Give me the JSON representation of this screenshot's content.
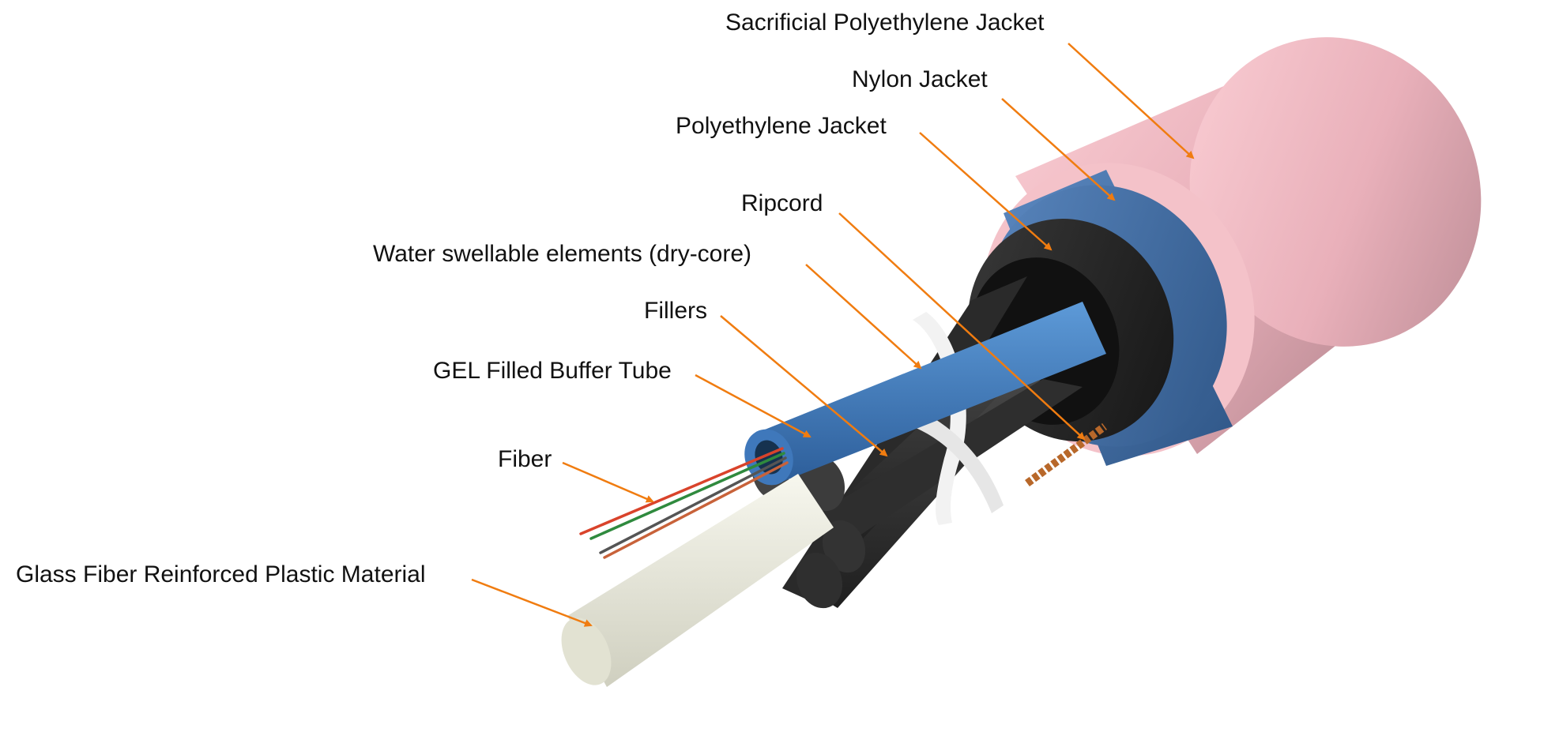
{
  "colors": {
    "leader": "#f07c10",
    "sacrificial_jacket": "#f2bcc4",
    "nylon_jacket": "#4a77ad",
    "polyethylene_jacket": "#2b2b2b",
    "buffer_tube": "#3e7cc4",
    "filler": "#3a3a3a",
    "strength_member": "#ebebdc",
    "water_swellable": "#f2f2f2",
    "ripcord": "#b8682a"
  },
  "labels": {
    "sacrificial": "Sacrificial Polyethylene Jacket",
    "nylon": "Nylon Jacket",
    "polyethylene": "Polyethylene Jacket",
    "ripcord": "Ripcord",
    "water": "Water swellable elements (dry-core)",
    "fillers": "Fillers",
    "gel": "GEL Filled Buffer Tube",
    "fiber": "Fiber",
    "glass": "Glass Fiber Reinforced Plastic Material"
  },
  "fiber_colors": [
    "#d9432b",
    "#2f8a3e",
    "#555555",
    "#c8623a"
  ]
}
